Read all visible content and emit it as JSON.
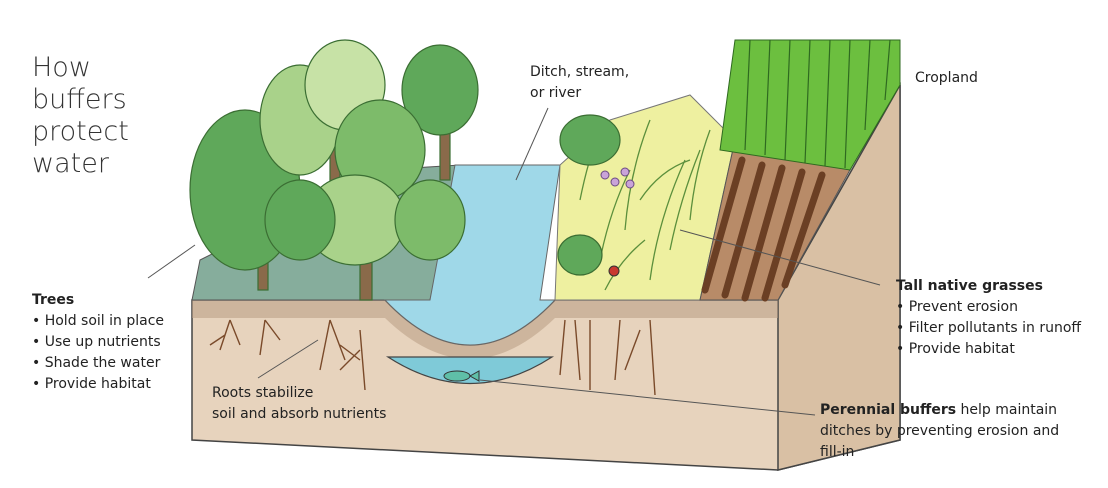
{
  "title_lines": [
    "How",
    "buffers",
    "protect",
    "water"
  ],
  "labels": {
    "waterway": [
      "Ditch, stream,",
      "or river"
    ],
    "cropland": "Cropland",
    "roots": [
      "Roots stabilize",
      "soil and absorb nutrients"
    ]
  },
  "trees": {
    "heading": "Trees",
    "bullets": [
      "Hold soil in place",
      "Use up nutrients",
      "Shade the water",
      "Provide habitat"
    ]
  },
  "grasses": {
    "heading": "Tall native grasses",
    "bullets": [
      "Prevent erosion",
      "Filter pollutants in runoff",
      "Provide habitat"
    ]
  },
  "perennial": {
    "heading": "Perennial buffers",
    "text_line1": " help maintain",
    "text_line2": "ditches by preventing erosion and",
    "text_line3": "fill-in"
  },
  "colors": {
    "soil": "#e7d3bd",
    "water": "#9fd8e8",
    "tree_dark": "#5fa85a",
    "tree_light": "#a9d28a",
    "grass": "#eef0a0",
    "crop": "#6cbf3f",
    "furrow": "#8a5a3c"
  }
}
